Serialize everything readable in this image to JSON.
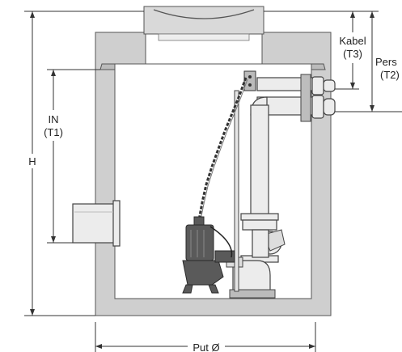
{
  "labels": {
    "in_line1": "IN",
    "in_line2": "(T1)",
    "height": "H",
    "kabel_line1": "Kabel",
    "kabel_line2": "(T3)",
    "pers_line1": "Pers",
    "pers_line2": "(T2)",
    "diameter": "Put Ø"
  },
  "colors": {
    "concrete": "#cfcfcf",
    "interior": "#ffffff",
    "pipe": "#ececec",
    "pump": "#5a5a5a",
    "dimension_line": "#333333"
  }
}
